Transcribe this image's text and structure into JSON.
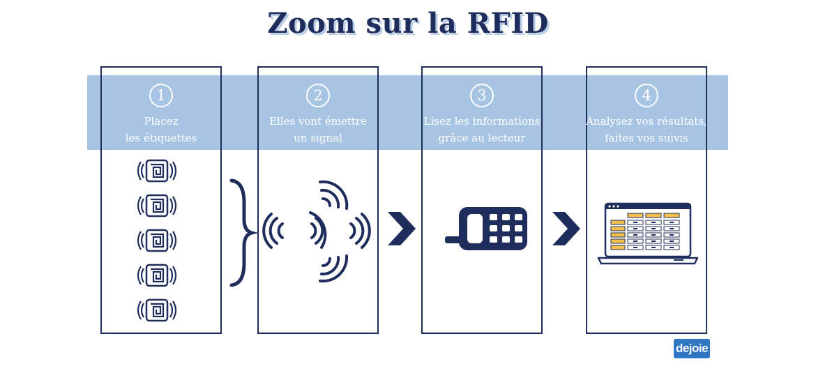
{
  "title": "Zoom sur la RFID",
  "steps": [
    {
      "number": "1",
      "line1": "Placez",
      "line2": "les étiquettes",
      "illustration": "rfid-tags-icon"
    },
    {
      "number": "2",
      "line1": "Elles vont émettre",
      "line2": "un signal",
      "illustration": "signal-waves-icon"
    },
    {
      "number": "3",
      "line1": "Lisez les informations",
      "line2": "grâce au lecteur",
      "illustration": "rfid-reader-icon"
    },
    {
      "number": "4",
      "line1": "Analysez vos résultats,",
      "line2": "faites vos suivis",
      "illustration": "laptop-spreadsheet-icon"
    }
  ],
  "connectors": [
    "curly-brace-icon",
    "chevron-right-icon",
    "chevron-right-icon"
  ],
  "logo": {
    "text": "dejoie",
    "color": "#2f77c4"
  },
  "colors": {
    "navy": "#1f2d5c",
    "band": "#a7c4e3",
    "highlight": "#f2c14e",
    "background": "#ffffff"
  }
}
